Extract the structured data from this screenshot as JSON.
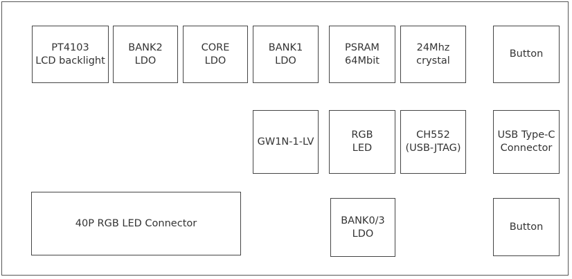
{
  "blocks": {
    "pt4103": "PT4103\nLCD backlight",
    "bank2_ldo": "BANK2\nLDO",
    "core_ldo": "CORE\nLDO",
    "bank1_ldo": "BANK1\nLDO",
    "psram": "PSRAM\n64Mbit",
    "crystal": "24Mhz\ncrystal",
    "button_top": "Button",
    "fpga": "GW1N-1-LV",
    "rgb_led": "RGB\nLED",
    "ch552": "CH552\n(USB-JTAG)",
    "usb_typec": "USB Type-C\nConnector",
    "rgb_connector": "40P RGB LED Connector",
    "bank03_ldo": "BANK0/3\nLDO",
    "button_bottom": "Button"
  }
}
